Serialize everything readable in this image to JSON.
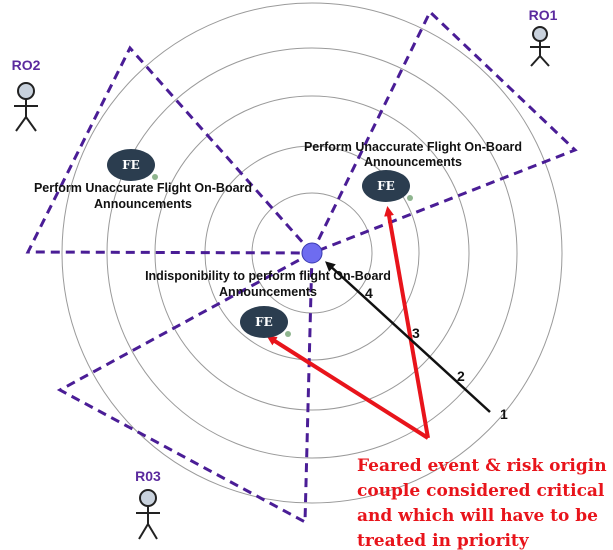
{
  "risk_origins": [
    {
      "label": "RO1"
    },
    {
      "label": "RO2"
    },
    {
      "label": "R03"
    }
  ],
  "feared_events": [
    {
      "badge": "FE",
      "caption_line1": "Perform Unaccurate Flight On-Board",
      "caption_line2": "Announcements"
    },
    {
      "badge": "FE",
      "caption_line1": "Perform Unaccurate Flight On-Board",
      "caption_line2": "Announcements"
    },
    {
      "badge": "FE",
      "caption_line1": "Indisponibility to perform flight On-Board",
      "caption_line2": "Announcements"
    }
  ],
  "levels": [
    "1",
    "2",
    "3",
    "4"
  ],
  "note": {
    "line1": "Feared event & risk origin",
    "line2": "couple considered critical",
    "line3": "and which will have to be",
    "line4": "treated in priority"
  },
  "colors": {
    "sector_line": "#4a1d96",
    "ring": "#9a9a9a",
    "center": "#6e6cf0",
    "arrow_red": "#e8141b",
    "arrow_black": "#111111",
    "badge": "#2b3d4f",
    "ro_label": "#5b2a9e"
  }
}
